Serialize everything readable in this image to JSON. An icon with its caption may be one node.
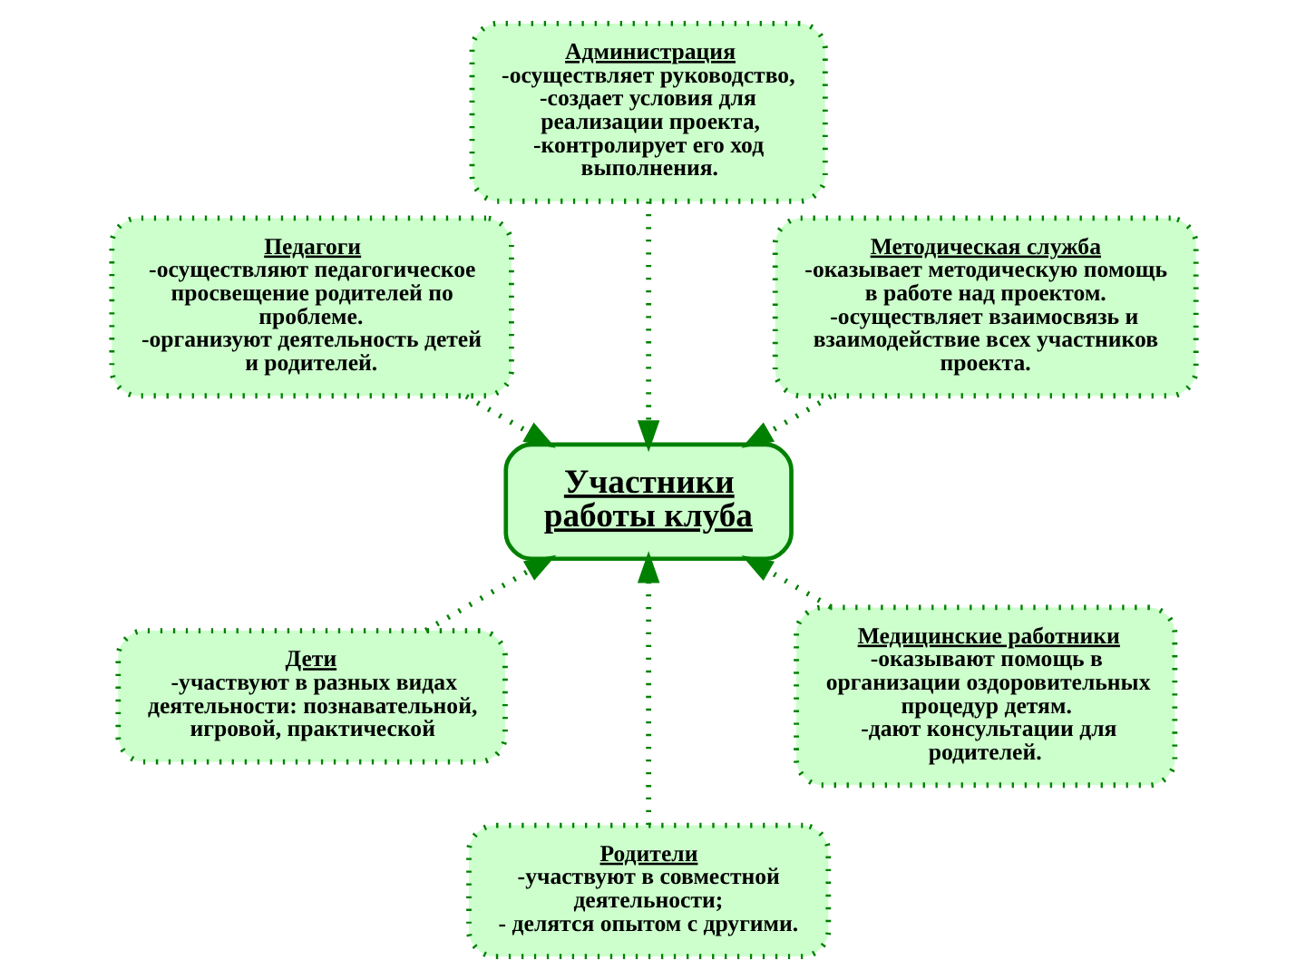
{
  "diagram": {
    "nodes": [
      {
        "text": [
          "Методическая служба",
          "-оказывает методическую помощь в работе над проектом.",
          "-осуществляет взаимосвязь и взаимодействие всех участников проекта."
        ]
      },
      {
        "text": [
          "Администрация",
          "-осуществляет руководство,",
          "-создает условия для реализации проекта,",
          "-контролирует его ход выполнения."
        ]
      },
      {
        "text": [
          "Педагоги",
          "-осуществляют педагогическое просвещение родителей по проблеме.",
          "-организуют деятельность детей и родителей."
        ]
      },
      {
        "text": [
          "Участники работы клуба"
        ]
      },
      {
        "text": [
          "Дети",
          "-участвуют в разных видах деятельности: познавательной, игровой, практической"
        ]
      },
      {
        "text": [
          "Родители",
          "-участвуют в совместной деятельности;",
          "- делятся опытом с другими."
        ]
      },
      {
        "text": [
          "Медицинские работники",
          "-оказывают помощь в организации оздоровительных процедур детям.",
          "-дают консультации для родителей."
        ]
      }
    ],
    "edges": [
      {
        "from": 0,
        "to": 3,
        "arrow": "to"
      },
      {
        "from": 1,
        "to": 3,
        "arrow": "to"
      },
      {
        "from": 2,
        "to": 3,
        "arrow": "to"
      },
      {
        "from": 4,
        "to": 3,
        "arrow": "to"
      },
      {
        "from": 5,
        "to": 3,
        "arrow": "to"
      },
      {
        "from": 6,
        "to": 3,
        "arrow": "to"
      }
    ]
  }
}
